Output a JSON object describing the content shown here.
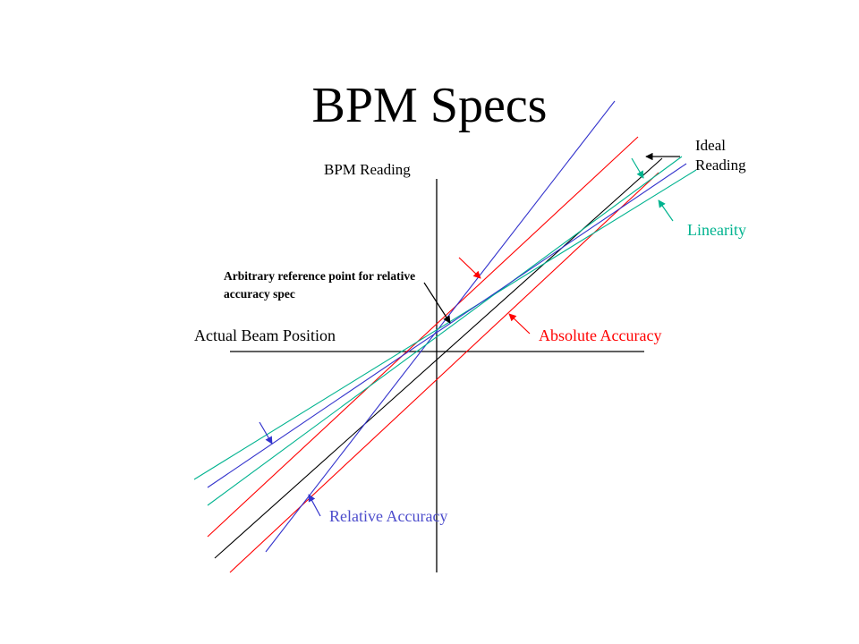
{
  "title": "BPM Specs",
  "axes": {
    "y_label": "BPM Reading",
    "x_label": "Actual Beam Position"
  },
  "labels": {
    "ideal_reading": "Ideal Reading",
    "linearity": "Linearity",
    "absolute_accuracy": "Absolute Accuracy",
    "relative_accuracy": "Relative Accuracy",
    "reference_point": "Arbitrary reference point for relative accuracy spec"
  },
  "colors": {
    "axis": "#000000",
    "ideal": "#000000",
    "absolute": "#ff0000",
    "relative": "#3333cc",
    "linearity": "#00b38f",
    "relative_label": "#4d4dcc",
    "linearity_label": "#00b38f",
    "absolute_label": "#ff0000"
  }
}
